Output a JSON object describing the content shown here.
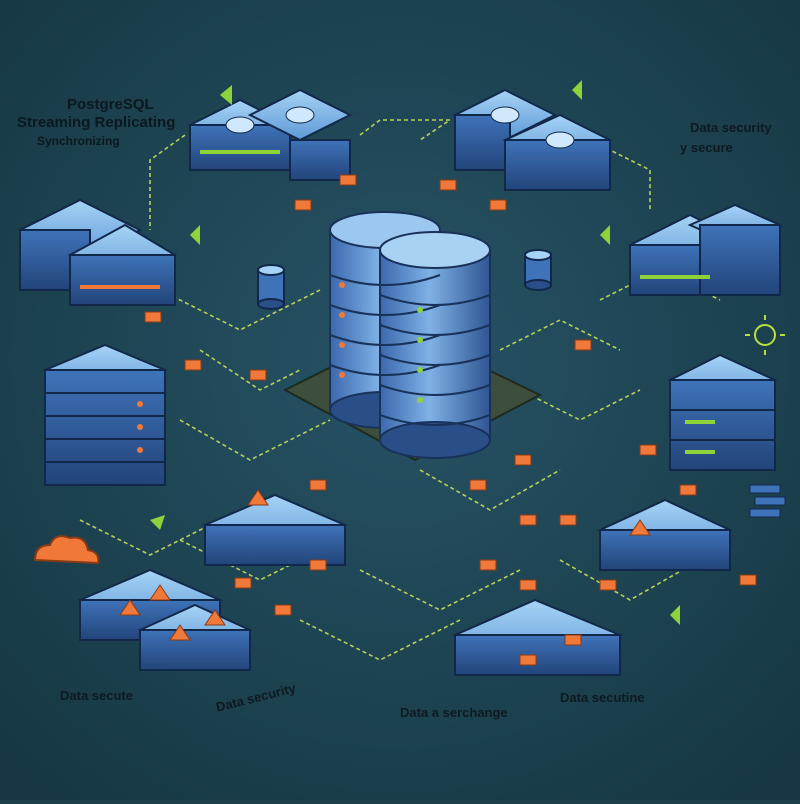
{
  "title": {
    "line1": "PostgreSQL",
    "line2": "Streaming Replicating",
    "line3": "Synchronizing"
  },
  "labels": {
    "top_right": "Data security",
    "top_right_sub": "y secure",
    "bottom_left": "Data secute",
    "bottom_center_left": "Data security",
    "bottom_center": "Data a serchange",
    "bottom_right": "Data secutine"
  },
  "icons": {
    "central": "database-cylinder-icon",
    "server": "server-stack-icon",
    "cloud": "cloud-icon",
    "warning": "warning-triangle-icon",
    "arrow": "arrow-icon",
    "sun": "sun-icon"
  },
  "colors": {
    "background": "#1d3f4c",
    "server_body": "#3d6fb5",
    "server_top": "#7db5e8",
    "connector": "#c8e24a",
    "accent": "#f07838",
    "green": "#8fd33a"
  }
}
